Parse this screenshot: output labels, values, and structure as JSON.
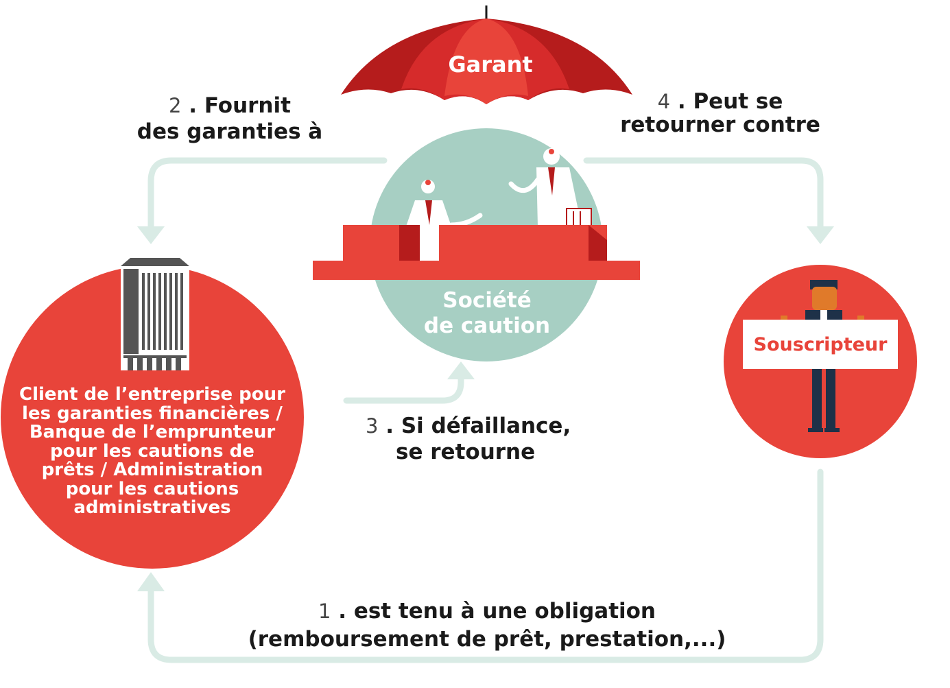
{
  "garant": {
    "label": "Garant"
  },
  "societe": {
    "line1": "Société",
    "line2": "de caution"
  },
  "souscripteur": {
    "label": "Souscripteur"
  },
  "client": {
    "lines": [
      "Client de l’entreprise pour",
      "les garanties financières /",
      "Banque de l’emprunteur",
      "pour les cautions de",
      "prêts / Administration",
      "pour les cautions",
      "administratives"
    ]
  },
  "steps": {
    "s1": {
      "num": "1",
      "line1": "est tenu à une obligation",
      "line2": "(remboursement de prêt, prestation,...)"
    },
    "s2": {
      "num": "2",
      "line1": "Fournit",
      "line2": "des garanties à"
    },
    "s3": {
      "num": "3",
      "line1": "Si défaillance,",
      "line2": "se retourne"
    },
    "s4": {
      "num": "4",
      "line1": "Peut se",
      "line2": "retourner contre"
    }
  },
  "colors": {
    "red": "#e8443a",
    "darkRed": "#b51c1c",
    "teal": "#a7cfc3",
    "arrow": "#d9ebe5"
  }
}
